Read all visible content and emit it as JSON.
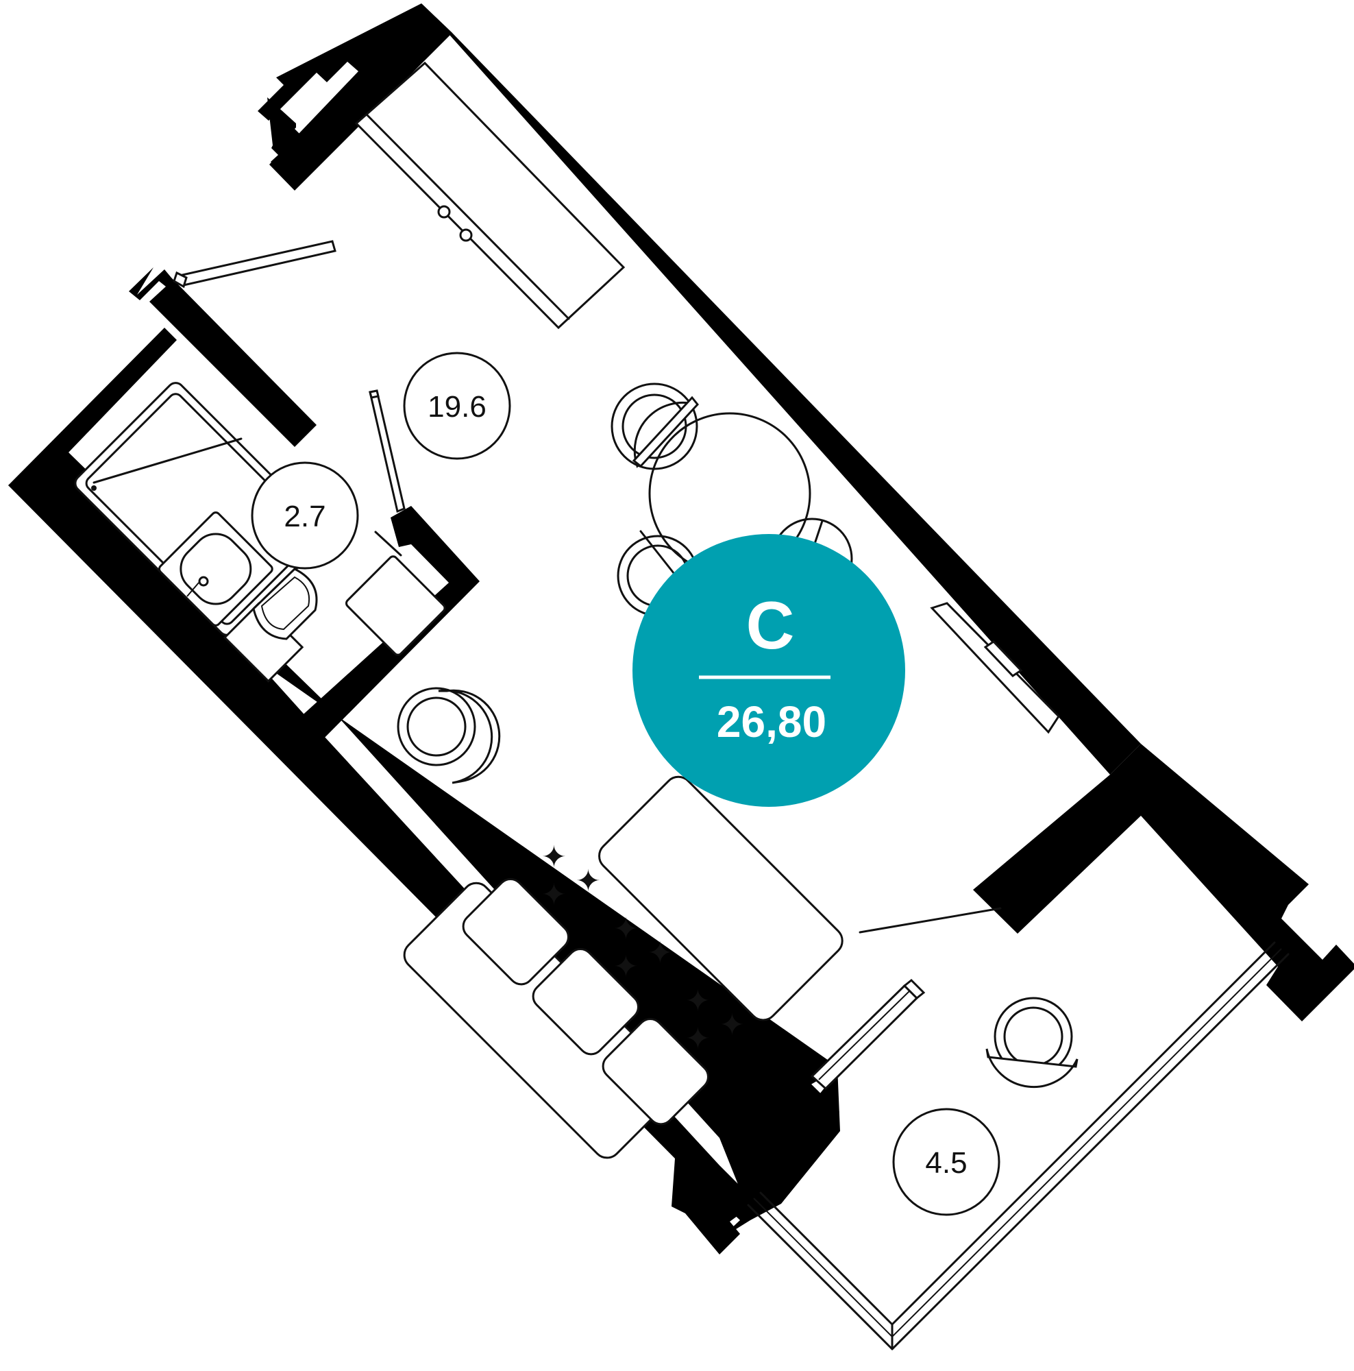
{
  "plan": {
    "badge": {
      "letter": "C",
      "area": "26,80",
      "color": "#00A0B0"
    },
    "rooms": [
      {
        "id": "living",
        "area": "19.6"
      },
      {
        "id": "bathroom",
        "area": "2.7"
      },
      {
        "id": "balcony",
        "area": "4.5"
      }
    ],
    "colors": {
      "wall": "#000000",
      "line": "#111111",
      "background": "#ffffff"
    }
  }
}
